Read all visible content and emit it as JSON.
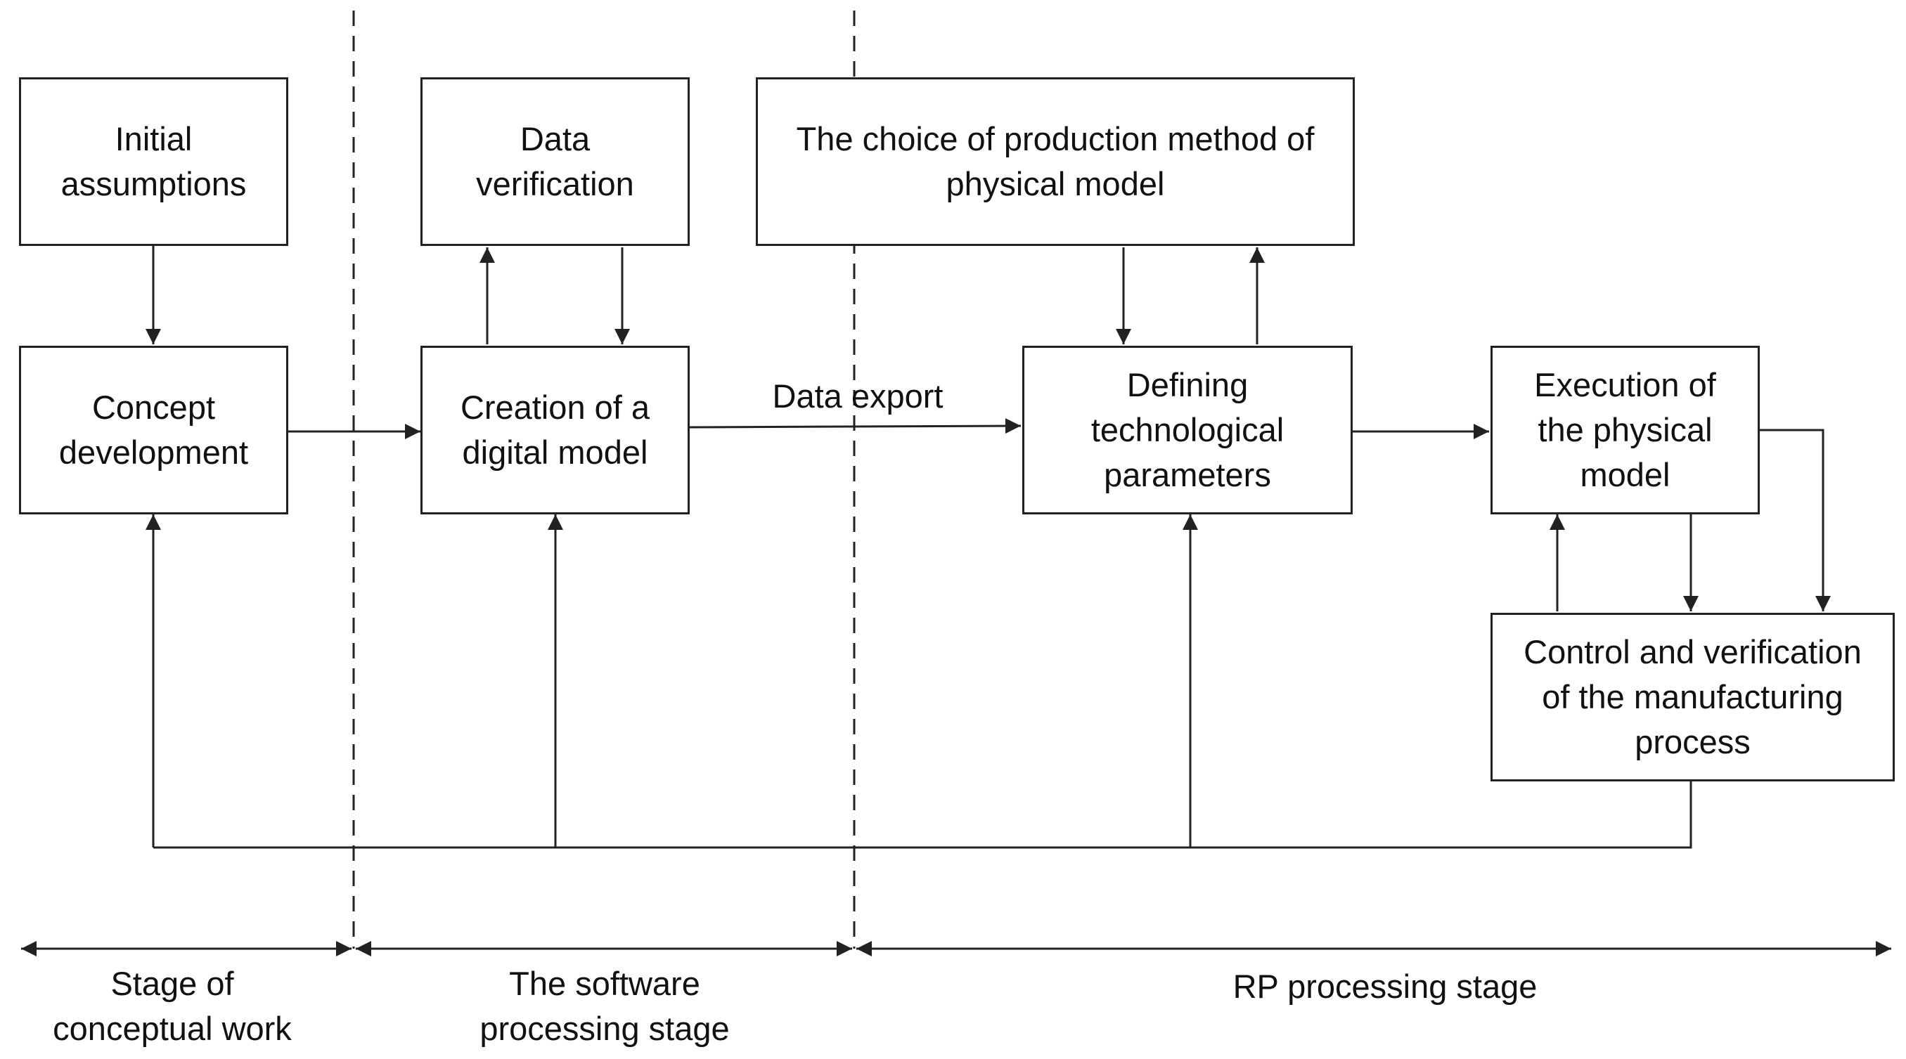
{
  "boxes": {
    "initial_assumptions": "Initial\nassumptions",
    "data_verification": "Data\nverification",
    "choice_production_method": "The choice of production method of\nphysical model",
    "concept_development": "Concept\ndevelopment",
    "creation_digital_model": "Creation of a\ndigital model",
    "defining_parameters": "Defining\ntechnological\nparameters",
    "execution_physical_model": "Execution of\nthe physical\nmodel",
    "control_verification": "Control and verification\nof the manufacturing\nprocess"
  },
  "edge_labels": {
    "data_export": "Data export"
  },
  "stages": {
    "conceptual": "Stage of\nconceptual work",
    "software": "The software\nprocessing stage",
    "rp": "RP processing stage"
  },
  "colors": {
    "stroke": "#222222",
    "background": "#ffffff"
  }
}
